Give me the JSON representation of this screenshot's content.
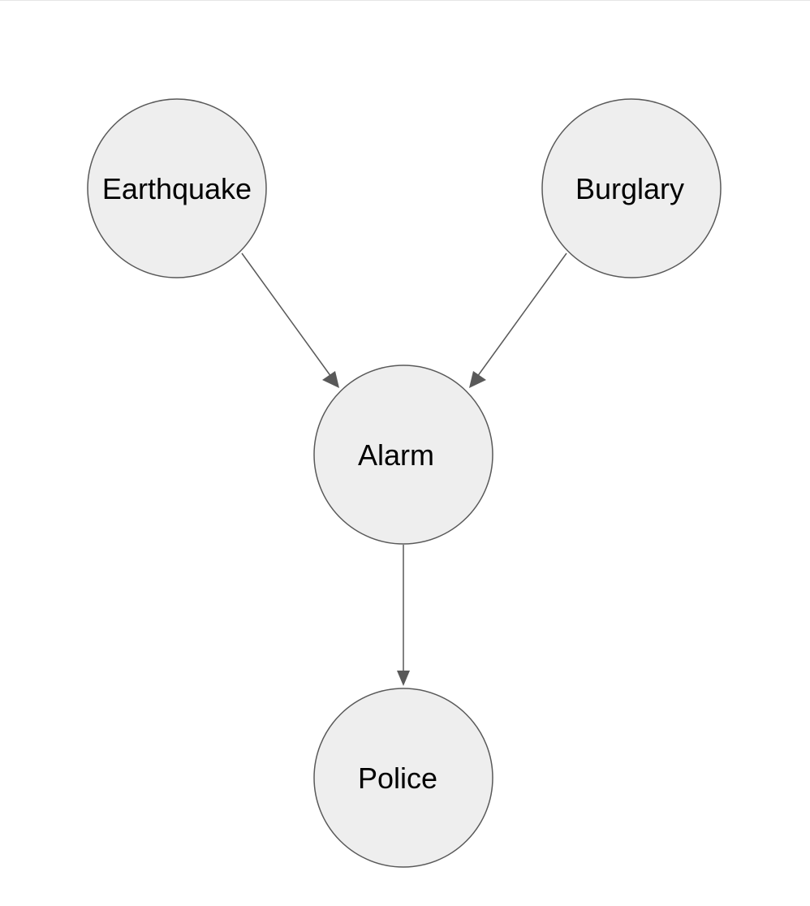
{
  "diagram": {
    "type": "directed-graph",
    "colors": {
      "node_fill": "#eeeeee",
      "node_stroke": "#595959",
      "edge": "#595959",
      "text": "#000000"
    },
    "nodes": {
      "earthquake": {
        "label": "Earthquake"
      },
      "burglary": {
        "label": "Burglary"
      },
      "alarm": {
        "label": "Alarm"
      },
      "police": {
        "label": "Police"
      }
    },
    "edges": [
      {
        "from": "Earthquake",
        "to": "Alarm"
      },
      {
        "from": "Burglary",
        "to": "Alarm"
      },
      {
        "from": "Alarm",
        "to": "Police"
      }
    ]
  }
}
